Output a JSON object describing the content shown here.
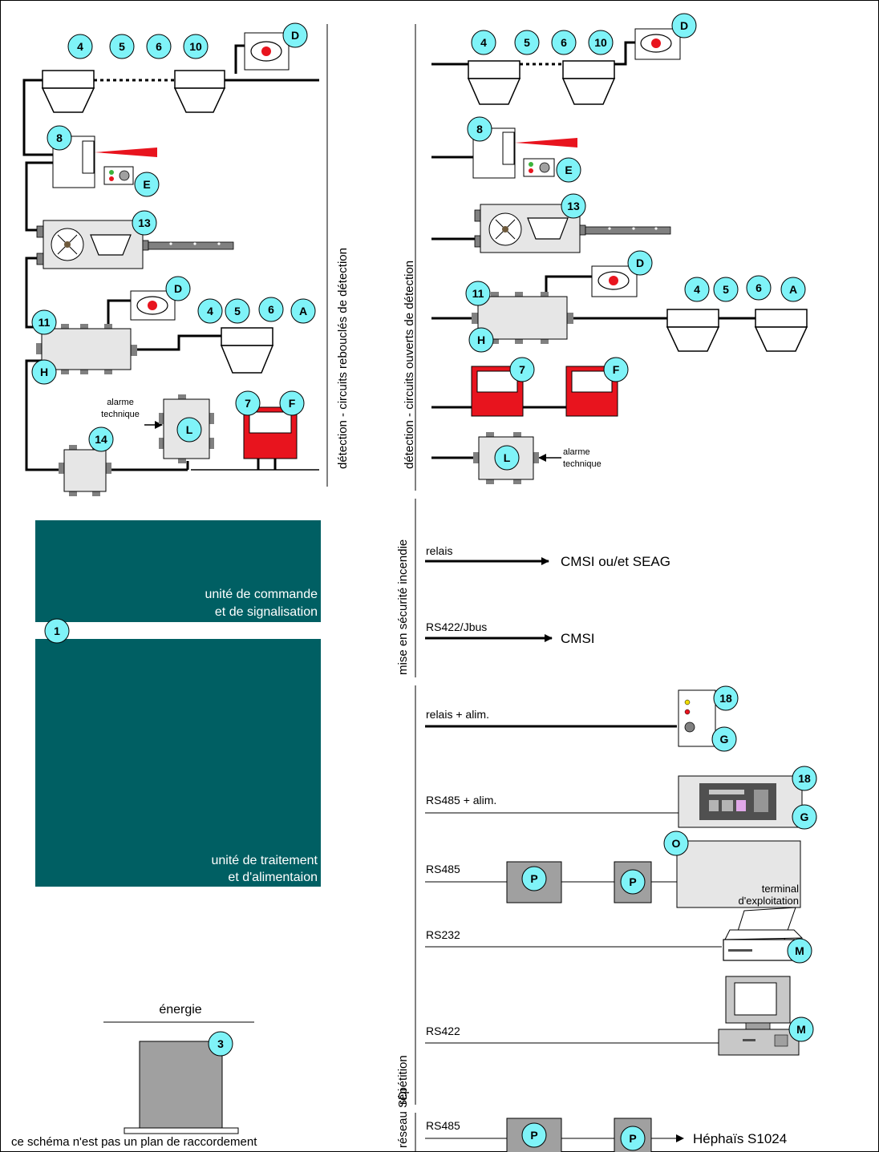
{
  "badges": {
    "b1": "1",
    "b3": "3",
    "b4": "4",
    "b5": "5",
    "b6": "6",
    "b7": "7",
    "b8": "8",
    "b10": "10",
    "b11": "11",
    "b13": "13",
    "b14": "14",
    "b18": "18",
    "A": "A",
    "D": "D",
    "E": "E",
    "F": "F",
    "G": "G",
    "H": "H",
    "L": "L",
    "M": "M",
    "O": "O",
    "P": "P"
  },
  "sections": {
    "looped_detection": "détection - circuits rebouclés de détection",
    "open_detection": "détection - circuits ouverts de détection",
    "fire_safety": "mise en sécurité incendie",
    "repetition": "répétition",
    "sdi_network": "réseau SDi"
  },
  "labels": {
    "technical_alarm_line1": "alarme",
    "technical_alarm_line2": "technique",
    "control_unit_line1": "unité de commande",
    "control_unit_line2": "et de signalisation",
    "processing_unit_line1": "unité de traitement",
    "processing_unit_line2": "et d'alimentaion",
    "energy": "énergie",
    "terminal_line1": "terminal",
    "terminal_line2": "d'exploitation",
    "disclaimer": "ce schéma n'est pas un plan de raccordement"
  },
  "links": {
    "relay": "relais",
    "relay_target": "CMSI ou/et SEAG",
    "rs422_jbus": "RS422/Jbus",
    "rs422_jbus_target": "CMSI",
    "relay_power": "relais + alim.",
    "rs485_power": "RS485 + alim.",
    "rs485": "RS485",
    "rs232": "RS232",
    "rs422": "RS422",
    "sdi_rs485": "RS485",
    "sdi_target": "Héphaïs S1024"
  },
  "colors": {
    "teal_panel": "#005F63",
    "badge_fill": "#7FF3F8",
    "red_device": "#E8141E",
    "gray_device": "#A0A0A0",
    "light_device": "#E6E6E6"
  }
}
